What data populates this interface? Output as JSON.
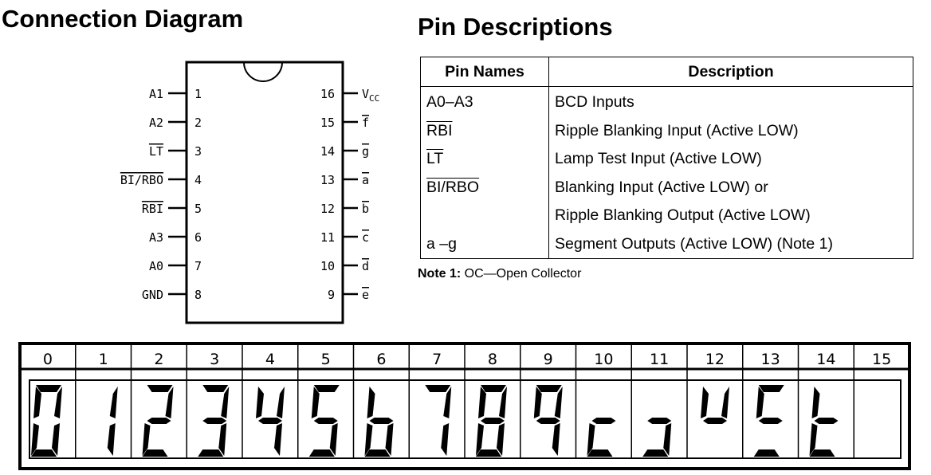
{
  "connection_diagram": {
    "title": "Connection Diagram",
    "left_pins": [
      {
        "label": "A1",
        "number": "1",
        "overline": false
      },
      {
        "label": "A2",
        "number": "2",
        "overline": false
      },
      {
        "label": "LT",
        "number": "3",
        "overline": true
      },
      {
        "label": "BI/RBO",
        "number": "4",
        "overline": true
      },
      {
        "label": "RBI",
        "number": "5",
        "overline": true
      },
      {
        "label": "A3",
        "number": "6",
        "overline": false
      },
      {
        "label": "A0",
        "number": "7",
        "overline": false
      },
      {
        "label": "GND",
        "number": "8",
        "overline": false
      }
    ],
    "right_pins": [
      {
        "label": "V",
        "sub": "CC",
        "number": "16",
        "overline": false
      },
      {
        "label": "f",
        "number": "15",
        "overline": true
      },
      {
        "label": "g",
        "number": "14",
        "overline": true
      },
      {
        "label": "a",
        "number": "13",
        "overline": true
      },
      {
        "label": "b",
        "number": "12",
        "overline": true
      },
      {
        "label": "c",
        "number": "11",
        "overline": true
      },
      {
        "label": "d",
        "number": "10",
        "overline": true
      },
      {
        "label": "e",
        "number": "9",
        "overline": true
      }
    ]
  },
  "pin_descriptions": {
    "title": "Pin Descriptions",
    "headers": [
      "Pin Names",
      "Description"
    ],
    "rows": [
      {
        "name": "A0–A3",
        "description": "BCD Inputs"
      },
      {
        "name": "RBI",
        "description": "Ripple Blanking Input (Active LOW)"
      },
      {
        "name": "LT",
        "description": "Lamp Test Input (Active LOW)"
      },
      {
        "name": "BI/RBO",
        "description": "Blanking Input (Active LOW) or"
      },
      {
        "name": "",
        "description": "Ripple Blanking Output (Active LOW)"
      },
      {
        "name": "a –g",
        "description": "Segment Outputs (Active LOW) (Note 1)"
      }
    ],
    "note_label": "Note 1:",
    "note_text": " OC—Open Collector"
  },
  "display": {
    "indices": [
      "0",
      "1",
      "2",
      "3",
      "4",
      "5",
      "6",
      "7",
      "8",
      "9",
      "10",
      "11",
      "12",
      "13",
      "14",
      "15"
    ],
    "segments": [
      "abcdef",
      "bc",
      "abged",
      "abgcd",
      "fgbc",
      "afgcd",
      "fgcde",
      "abc",
      "abcdefg",
      "abcfg",
      "gde",
      "gcd",
      "bfg",
      "adfg",
      "defg",
      ""
    ]
  }
}
